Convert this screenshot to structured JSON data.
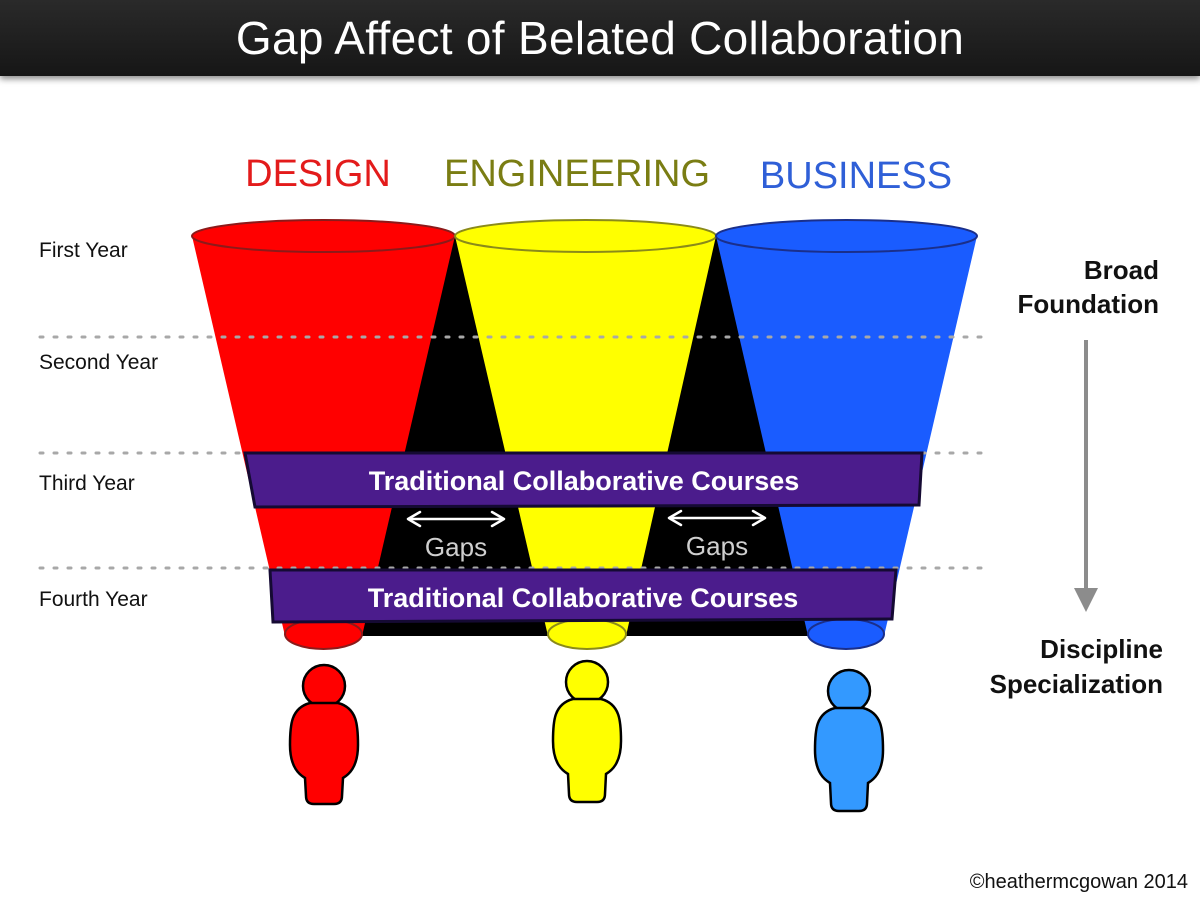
{
  "title": "Gap Affect of Belated Collaboration",
  "disciplines": [
    {
      "label": "DESIGN",
      "color": "#e31b1b"
    },
    {
      "label": "ENGINEERING",
      "color": "#7a7d13"
    },
    {
      "label": "BUSINESS",
      "color": "#2f5fd7"
    }
  ],
  "years": [
    "First Year",
    "Second Year",
    "Third Year",
    "Fourth Year"
  ],
  "courses": [
    "Traditional Collaborative Courses",
    "Traditional Collaborative Courses"
  ],
  "gaps": [
    "Gaps",
    "Gaps"
  ],
  "broad": {
    "line1": "Broad",
    "line2": "Foundation"
  },
  "specialization": {
    "line1": "Discipline",
    "line2": "Specialization"
  },
  "copyright": "©heathermcgowan 2014",
  "colors": {
    "red": "#ff0000",
    "yellow": "#ffff00",
    "blue": "#1a5cff",
    "course_band": "#4b1c8c",
    "person_blue": "#3399ff"
  }
}
